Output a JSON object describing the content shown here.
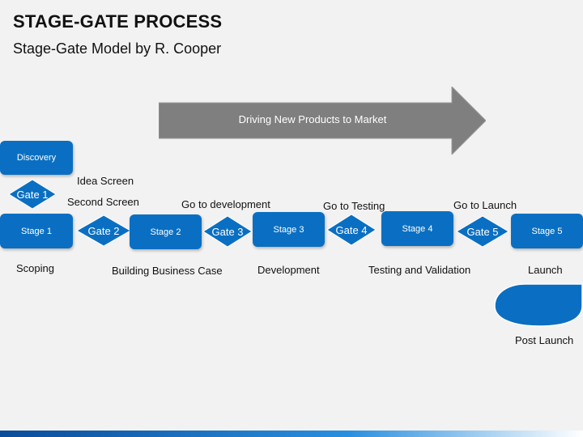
{
  "header": {
    "title": "STAGE-GATE PROCESS",
    "subtitle": "Stage-Gate Model by R. Cooper"
  },
  "banner": {
    "label": "Driving New Products to Market"
  },
  "discovery": {
    "label": "Discovery"
  },
  "stages": [
    {
      "label": "Stage 1",
      "caption": "Scoping"
    },
    {
      "label": "Stage 2",
      "caption": "Building Business Case"
    },
    {
      "label": "Stage 3",
      "caption": "Development"
    },
    {
      "label": "Stage 4",
      "caption": "Testing and Validation"
    },
    {
      "label": "Stage 5",
      "caption": "Launch"
    }
  ],
  "gates": [
    {
      "label": "Gate 1",
      "caption": "Idea Screen"
    },
    {
      "label": "Gate 2",
      "caption": "Second Screen"
    },
    {
      "label": "Gate 3",
      "caption": "Go to development"
    },
    {
      "label": "Gate 4",
      "caption": "Go to Testing"
    },
    {
      "label": "Gate 5",
      "caption": "Go to Launch"
    }
  ],
  "post_launch": {
    "label": "Post Launch"
  },
  "colors": {
    "primary": "#0a6fc2",
    "arrow": "#7f7f7f",
    "background": "#f2f2f2"
  }
}
